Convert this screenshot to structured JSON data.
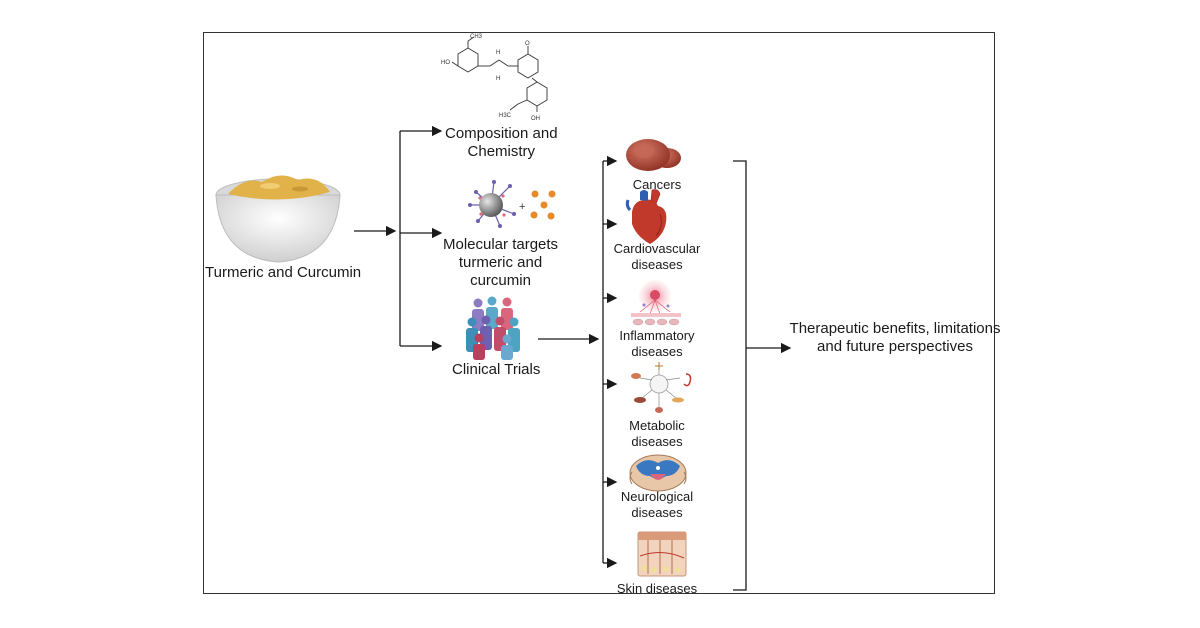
{
  "source": {
    "label": "Turmeric and Curcumin"
  },
  "branches": [
    {
      "line1": "Composition and",
      "line2": "Chemistry"
    },
    {
      "line1": "Molecular targets",
      "line2": "turmeric and",
      "line3": "curcumin"
    },
    {
      "line1": "Clinical Trials"
    }
  ],
  "chem": {
    "ch3": "CH3",
    "ho": "HO",
    "o": "O",
    "h": "H",
    "h3c": "H3C",
    "oh": "OH"
  },
  "diseases": [
    {
      "line1": "Cancers"
    },
    {
      "line1": "Cardiovascular",
      "line2": "diseases"
    },
    {
      "line1": "Inflammatory",
      "line2": "diseases"
    },
    {
      "line1": "Metabolic",
      "line2": "diseases"
    },
    {
      "line1": "Neurological",
      "line2": "diseases"
    },
    {
      "line1": "Skin diseases"
    }
  ],
  "outcome": {
    "line1": "Therapeutic benefits, limitations",
    "line2": "and future perspectives"
  },
  "colors": {
    "turmeric": "#e2b24a",
    "bowl": "#ececec",
    "tumor": "#b34a3a",
    "heart_red": "#c0392b",
    "heart_blue": "#2f5fb0",
    "spine_blue": "#3a78c2",
    "skin": "#e8b38f",
    "line": "#1a1a1a",
    "nanoparticle": "#8a8a8a",
    "drug_dot": "#e8892b"
  },
  "icons": [
    "bowl-of-turmeric-icon",
    "chemical-structure-icon",
    "nanoparticle-icon",
    "people-group-icon",
    "tumor-icon",
    "heart-icon",
    "inflammation-icon",
    "metabolic-organs-icon",
    "spinal-cord-icon",
    "skin-layers-icon"
  ]
}
